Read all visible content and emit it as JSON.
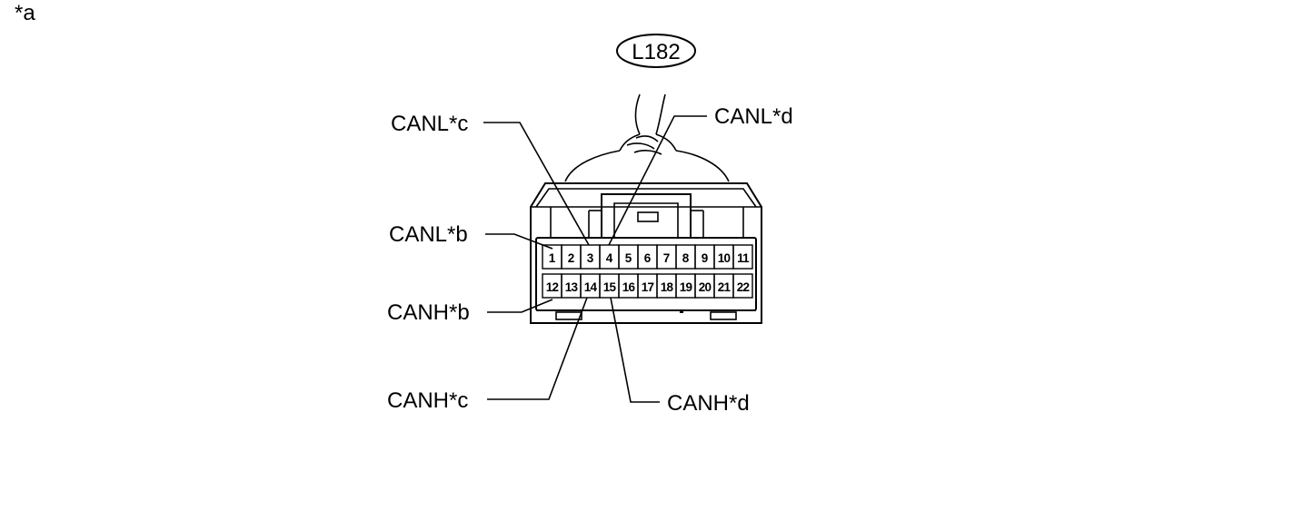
{
  "corner_note": "*a",
  "connector": {
    "id": "L182",
    "pins": [
      "1",
      "2",
      "3",
      "4",
      "5",
      "6",
      "7",
      "8",
      "9",
      "10",
      "11",
      "12",
      "13",
      "14",
      "15",
      "16",
      "17",
      "18",
      "19",
      "20",
      "21",
      "22"
    ]
  },
  "callouts": {
    "canl_c": "CANL*c",
    "canl_d": "CANL*d",
    "canl_b": "CANL*b",
    "canh_b": "CANH*b",
    "canh_c": "CANH*c",
    "canh_d": "CANH*d"
  }
}
